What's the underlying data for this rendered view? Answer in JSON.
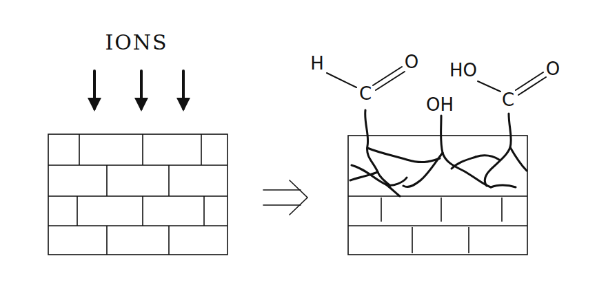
{
  "diagram": {
    "labels": [
      "IONS",
      "H",
      "C",
      "O",
      "OH",
      "HO",
      "C",
      "O"
    ]
  }
}
